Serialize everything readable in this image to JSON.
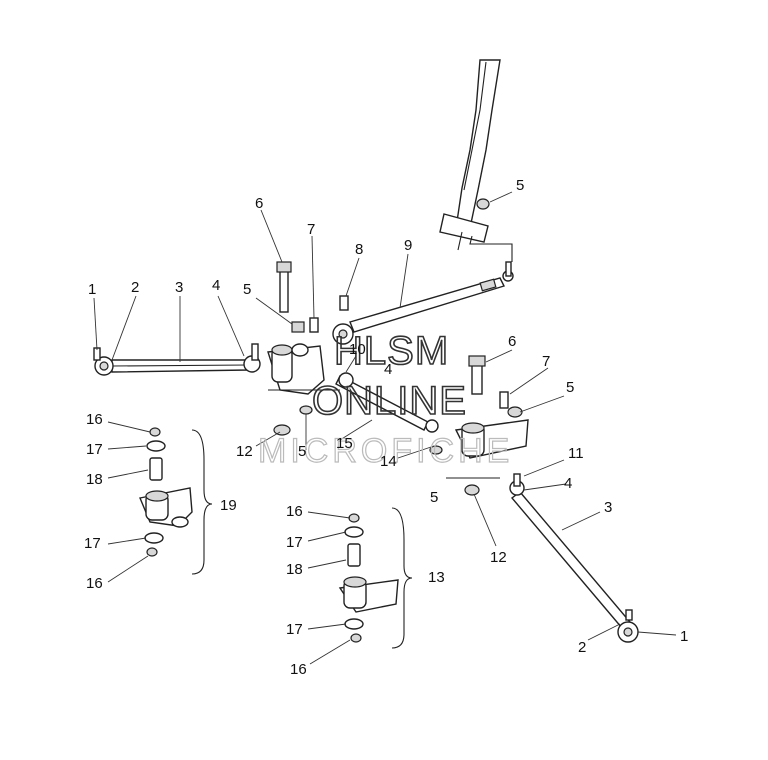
{
  "watermark": {
    "line1": "HLSM",
    "line2": "ONLINE",
    "line3": "MICROFICHE"
  },
  "callouts": [
    {
      "id": "c1a",
      "text": "1"
    },
    {
      "id": "c2a",
      "text": "2"
    },
    {
      "id": "c3a",
      "text": "3"
    },
    {
      "id": "c4a",
      "text": "4"
    },
    {
      "id": "c5a",
      "text": "5"
    },
    {
      "id": "c6a",
      "text": "6"
    },
    {
      "id": "c7a",
      "text": "7"
    },
    {
      "id": "c8",
      "text": "8"
    },
    {
      "id": "c9",
      "text": "9"
    },
    {
      "id": "c10",
      "text": "10"
    },
    {
      "id": "c4b",
      "text": "4"
    },
    {
      "id": "c5top",
      "text": "5"
    },
    {
      "id": "c6b",
      "text": "6"
    },
    {
      "id": "c7b",
      "text": "7"
    },
    {
      "id": "c5b",
      "text": "5"
    },
    {
      "id": "c11",
      "text": "11"
    },
    {
      "id": "c4c",
      "text": "4"
    },
    {
      "id": "c3b",
      "text": "3"
    },
    {
      "id": "c1b",
      "text": "1"
    },
    {
      "id": "c2b",
      "text": "2"
    },
    {
      "id": "c12a",
      "text": "12"
    },
    {
      "id": "c5c",
      "text": "5"
    },
    {
      "id": "c15",
      "text": "15"
    },
    {
      "id": "c14",
      "text": "14"
    },
    {
      "id": "c5d",
      "text": "5"
    },
    {
      "id": "c12b",
      "text": "12"
    },
    {
      "id": "c16a",
      "text": "16"
    },
    {
      "id": "c17a",
      "text": "17"
    },
    {
      "id": "c18a",
      "text": "18"
    },
    {
      "id": "c19",
      "text": "19"
    },
    {
      "id": "c17b",
      "text": "17"
    },
    {
      "id": "c16b",
      "text": "16"
    },
    {
      "id": "c16c",
      "text": "16"
    },
    {
      "id": "c17c",
      "text": "17"
    },
    {
      "id": "c18b",
      "text": "18"
    },
    {
      "id": "c13",
      "text": "13"
    },
    {
      "id": "c17d",
      "text": "17"
    },
    {
      "id": "c16d",
      "text": "16"
    }
  ]
}
